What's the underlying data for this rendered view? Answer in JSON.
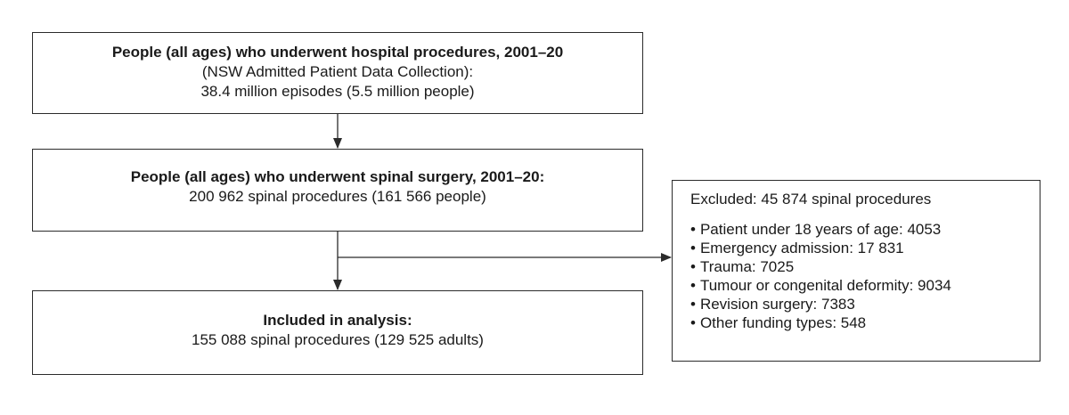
{
  "box_total": {
    "title": "People (all ages) who underwent hospital procedures, 2001–20",
    "subtitle": "(NSW Admitted Patient Data Collection):",
    "count": "38.4 million episodes (5.5 million people)"
  },
  "box_spinal": {
    "title": "People (all ages) who underwent spinal surgery, 2001–20:",
    "count": "200 962 spinal procedures (161 566 people)"
  },
  "box_included": {
    "title": "Included in analysis:",
    "count": "155 088 spinal procedures (129 525 adults)"
  },
  "box_excluded": {
    "heading": "Excluded: 45 874 spinal procedures",
    "items": [
      "Patient under 18 years of age: 4053",
      "Emergency admission: 17 831",
      "Trauma: 7025",
      "Tumour or congenital deformity: 9034",
      "Revision surgery: 7383",
      "Other funding types: 548"
    ]
  }
}
